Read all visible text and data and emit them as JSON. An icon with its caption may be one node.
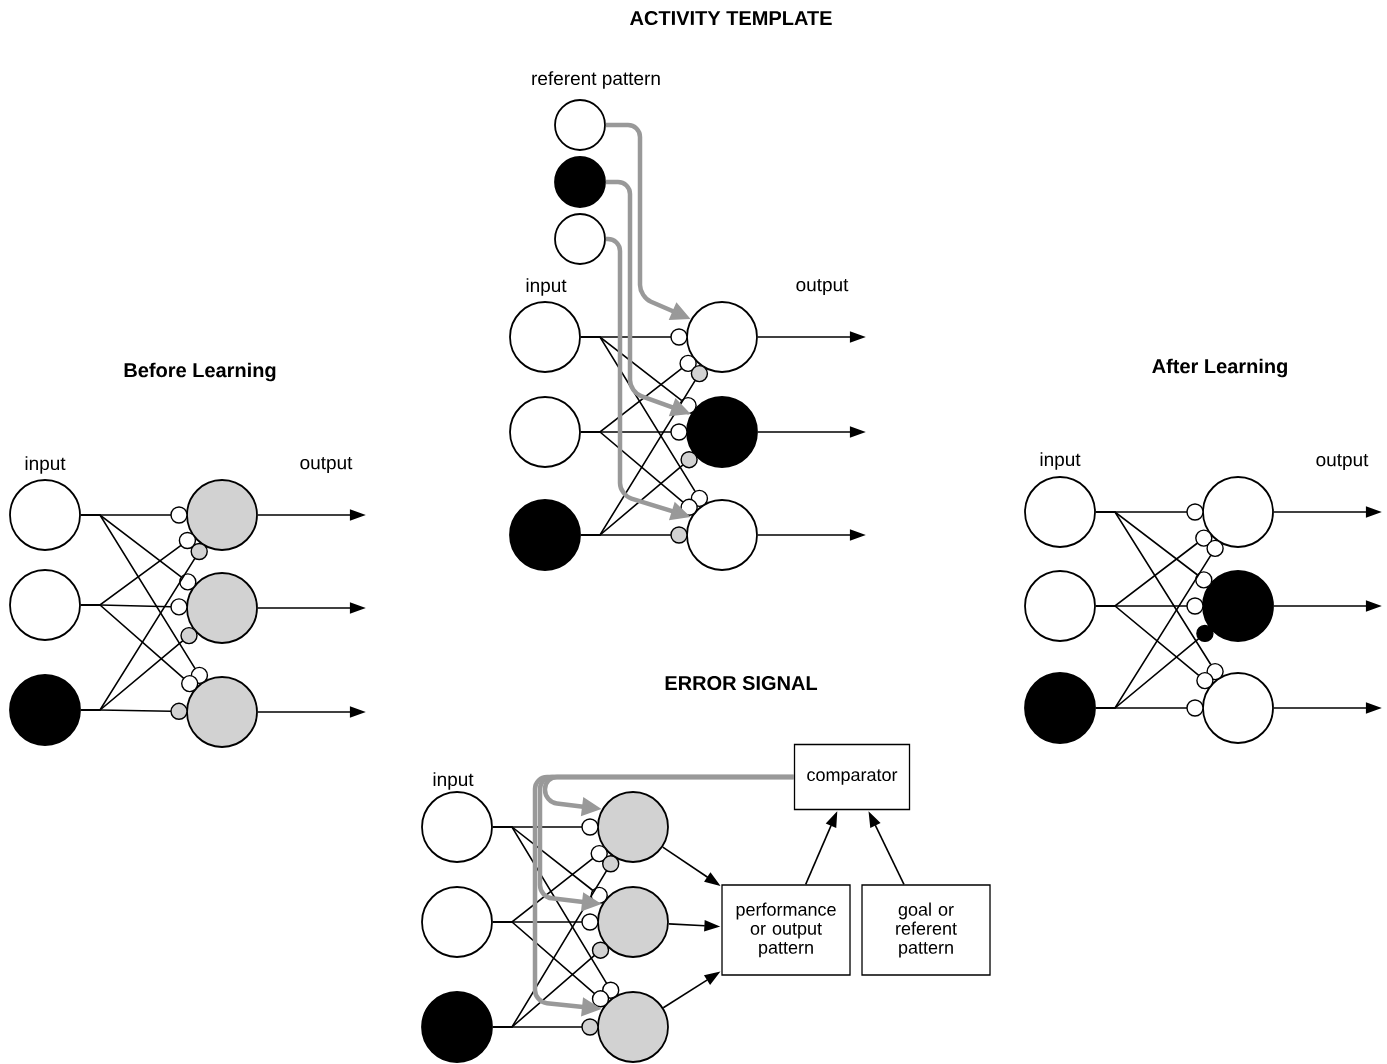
{
  "diagram": {
    "nodes": [
      {
        "text": [],
        "shape": "circle"
      },
      {
        "text": [],
        "shape": "circle"
      },
      {
        "text": [],
        "shape": "circle"
      },
      {
        "text": [],
        "shape": "circle"
      },
      {
        "text": [],
        "shape": "circle"
      },
      {
        "text": [],
        "shape": "circle"
      },
      {
        "text": [],
        "shape": "circle"
      },
      {
        "text": [],
        "shape": "circle"
      },
      {
        "text": [],
        "shape": "circle"
      },
      {
        "text": [],
        "shape": "circle"
      },
      {
        "text": [],
        "shape": "circle"
      },
      {
        "text": [],
        "shape": "circle"
      },
      {
        "text": [],
        "shape": "circle"
      },
      {
        "text": [],
        "shape": "circle"
      },
      {
        "text": [],
        "shape": "circle"
      },
      {
        "text": [],
        "shape": "circle"
      },
      {
        "text": [],
        "shape": "circle"
      },
      {
        "text": [],
        "shape": "circle"
      },
      {
        "text": [],
        "shape": "circle"
      },
      {
        "text": [],
        "shape": "circle"
      },
      {
        "text": [],
        "shape": "circle"
      },
      {
        "text": [
          "comparator"
        ]
      },
      {
        "text": [],
        "shape": "circle"
      },
      {
        "text": [],
        "shape": "circle"
      },
      {
        "text": [],
        "shape": "circle"
      },
      {
        "text": [],
        "shape": "circle"
      },
      {
        "text": [],
        "shape": "circle"
      },
      {
        "text": [],
        "shape": "circle"
      },
      {
        "text": [
          "performance or output pattern"
        ]
      },
      {
        "text": [
          "goal or referent pattern"
        ]
      }
    ],
    "edges": [
      {
        "from": 3,
        "to": 6,
        "arrow": "other"
      },
      {
        "from": 3,
        "to": 7,
        "arrow": "other"
      },
      {
        "from": 3,
        "to": 8,
        "arrow": "other"
      },
      {
        "from": 4,
        "to": 6,
        "arrow": "other"
      },
      {
        "from": 4,
        "to": 7,
        "arrow": "other"
      },
      {
        "from": 4,
        "to": 8,
        "arrow": "other"
      },
      {
        "from": 5,
        "to": 6,
        "arrow": "other"
      },
      {
        "from": 5,
        "to": 7,
        "arrow": "other"
      },
      {
        "from": 5,
        "to": 8,
        "arrow": "other"
      },
      {
        "from": 6,
        "to": null,
        "arrow": "to"
      },
      {
        "from": 7,
        "to": null,
        "arrow": "to"
      },
      {
        "from": 8,
        "to": null,
        "arrow": "to"
      },
      {
        "from": 0,
        "to": 6,
        "arrow": "to",
        "style": "thick",
        "color": "#999999"
      },
      {
        "from": 1,
        "to": 7,
        "arrow": "to",
        "style": "thick",
        "color": "#999999"
      },
      {
        "from": 2,
        "to": 8,
        "arrow": "to",
        "style": "thick",
        "color": "#999999"
      },
      {
        "from": 9,
        "to": 12,
        "arrow": "other"
      },
      {
        "from": 9,
        "to": 13,
        "arrow": "other"
      },
      {
        "from": 9,
        "to": 14,
        "arrow": "other"
      },
      {
        "from": 10,
        "to": 12,
        "arrow": "other"
      },
      {
        "from": 10,
        "to": 13,
        "arrow": "other"
      },
      {
        "from": 10,
        "to": 14,
        "arrow": "other"
      },
      {
        "from": 11,
        "to": 12,
        "arrow": "other"
      },
      {
        "from": 11,
        "to": 13,
        "arrow": "other"
      },
      {
        "from": 11,
        "to": 14,
        "arrow": "other"
      },
      {
        "from": 12,
        "to": null,
        "arrow": "to"
      },
      {
        "from": 13,
        "to": null,
        "arrow": "to"
      },
      {
        "from": 14,
        "to": null,
        "arrow": "to"
      },
      {
        "from": 15,
        "to": 18,
        "arrow": "other"
      },
      {
        "from": 15,
        "to": 19,
        "arrow": "other"
      },
      {
        "from": 15,
        "to": 20,
        "arrow": "other"
      },
      {
        "from": 16,
        "to": 18,
        "arrow": "other"
      },
      {
        "from": 16,
        "to": 19,
        "arrow": "other"
      },
      {
        "from": 16,
        "to": 20,
        "arrow": "other"
      },
      {
        "from": 17,
        "to": 18,
        "arrow": "other"
      },
      {
        "from": 17,
        "to": 19,
        "arrow": "other"
      },
      {
        "from": 17,
        "to": 20,
        "arrow": "other"
      },
      {
        "from": 18,
        "to": null,
        "arrow": "to"
      },
      {
        "from": 19,
        "to": null,
        "arrow": "to"
      },
      {
        "from": 20,
        "to": null,
        "arrow": "to"
      },
      {
        "from": 22,
        "to": 25,
        "arrow": "other"
      },
      {
        "from": 22,
        "to": 26,
        "arrow": "other"
      },
      {
        "from": 22,
        "to": 27,
        "arrow": "other"
      },
      {
        "from": 23,
        "to": 25,
        "arrow": "other"
      },
      {
        "from": 23,
        "to": 26,
        "arrow": "other"
      },
      {
        "from": 23,
        "to": 27,
        "arrow": "other"
      },
      {
        "from": 24,
        "to": 25,
        "arrow": "other"
      },
      {
        "from": 24,
        "to": 26,
        "arrow": "other"
      },
      {
        "from": 24,
        "to": 27,
        "arrow": "other"
      },
      {
        "from": 25,
        "to": 28,
        "arrow": "to"
      },
      {
        "from": 26,
        "to": 28,
        "arrow": "to"
      },
      {
        "from": 27,
        "to": 28,
        "arrow": "to"
      },
      {
        "from": 28,
        "to": 21,
        "arrow": "to"
      },
      {
        "from": 29,
        "to": 21,
        "arrow": "to"
      },
      {
        "from": 21,
        "to": 25,
        "arrow": "to",
        "style": "thick",
        "color": "#999999"
      },
      {
        "from": 21,
        "to": 26,
        "arrow": "to",
        "style": "thick",
        "color": "#999999"
      },
      {
        "from": 21,
        "to": 27,
        "arrow": "to",
        "style": "thick",
        "color": "#999999"
      }
    ],
    "labels": [
      "ACTIVITY TEMPLATE",
      "referent pattern",
      "input",
      "output",
      "Before Learning",
      "After Learning",
      "input",
      "output",
      "input",
      "output",
      "ERROR SIGNAL",
      "input"
    ]
  }
}
